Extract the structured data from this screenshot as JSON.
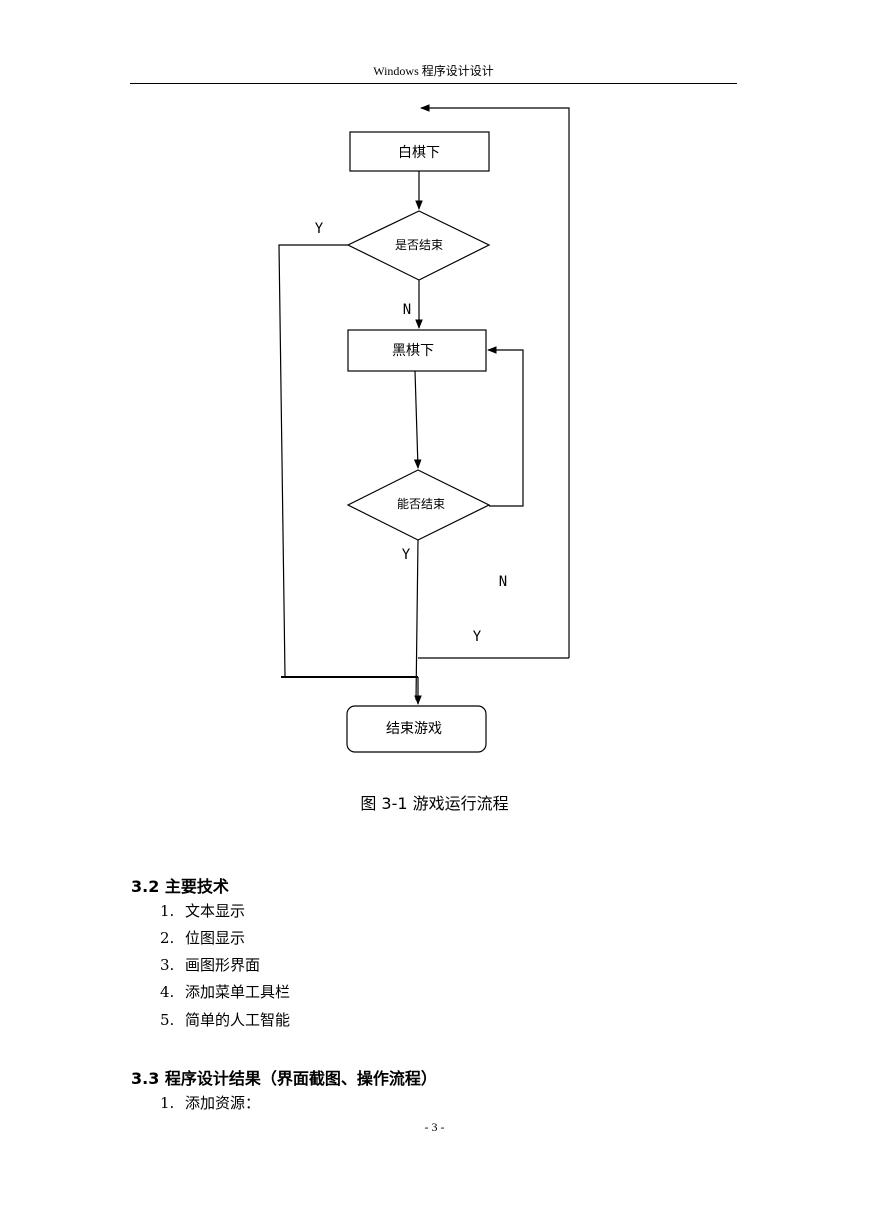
{
  "header": {
    "title": "Windows 程序设计设计"
  },
  "flowchart": {
    "nodes": {
      "white_move": "白棋下",
      "is_end": "是否结束",
      "black_move": "黑棋下",
      "can_end": "能否结束",
      "end_game": "结束游戏"
    },
    "edge_labels": {
      "is_end_yes": "Y",
      "is_end_no": "N",
      "can_end_yes": "Y",
      "can_end_no": "N",
      "return_yes": "Y"
    }
  },
  "caption": "图 3-1   游戏运行流程",
  "section_32": {
    "title": "3.2 主要技术",
    "items": [
      {
        "num": "1.",
        "text": "文本显示"
      },
      {
        "num": "2.",
        "text": "位图显示"
      },
      {
        "num": "3.",
        "text": "画图形界面"
      },
      {
        "num": "4.",
        "text": "添加菜单工具栏"
      },
      {
        "num": "5.",
        "text": "简单的人工智能"
      }
    ]
  },
  "section_33": {
    "title": "3.3 程序设计结果（界面截图、操作流程）",
    "items": [
      {
        "num": "1.",
        "text": "添加资源："
      }
    ]
  },
  "page_number": "- 3 -"
}
